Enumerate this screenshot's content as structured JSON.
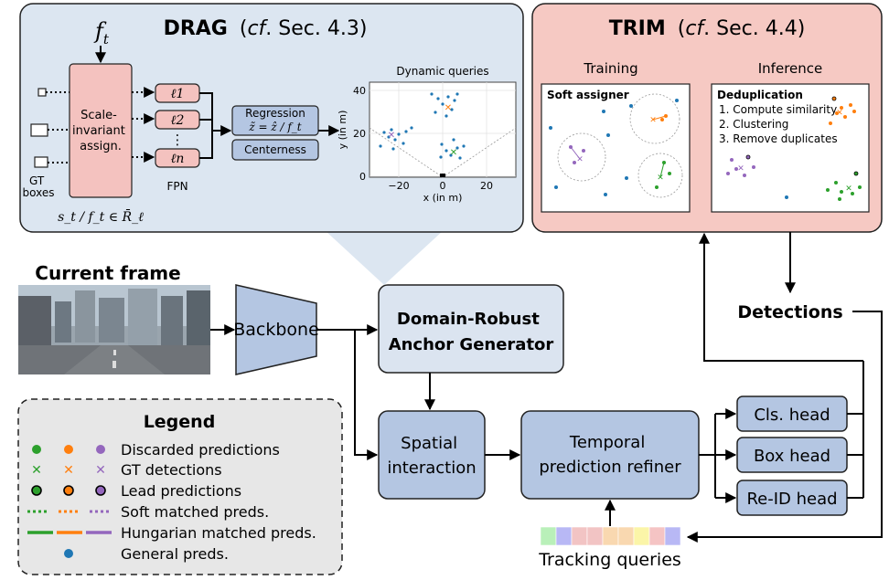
{
  "drag": {
    "title_bold": "DRAG",
    "title_ref_pre": "(",
    "title_ref_cf": "cf",
    "title_ref_post": ". Sec. 4.3)",
    "ft_label": "f",
    "ft_sub": "t",
    "assign_label": [
      "Scale-",
      "invariant",
      "assign."
    ],
    "fpn_levels": [
      "ℓ1",
      "ℓ2",
      "⋮",
      "ℓn"
    ],
    "fpn_label": "FPN",
    "gt_boxes_label": [
      "GT",
      "boxes"
    ],
    "range_formula": "s_t / f_t ∈ R̄_ℓ",
    "regression_title": "Regression",
    "regression_formula": "z̃ = ẑ / f_t",
    "centerness_label": "Centerness",
    "plot": {
      "title": "Dynamic queries",
      "xlabel": "x (in m)",
      "ylabel": "y (in m)",
      "xticks": [
        "−20",
        "0",
        "20"
      ],
      "yticks": [
        "0",
        "20",
        "40"
      ]
    }
  },
  "trim": {
    "title_bold": "TRIM",
    "title_ref_pre": "(",
    "title_ref_cf": "cf",
    "title_ref_post": ". Sec. 4.4)",
    "training_label": "Training",
    "inference_label": "Inference",
    "soft_assigner_label": "Soft assigner",
    "dedup_title": "Deduplication",
    "dedup_steps": [
      "1. Compute similarity",
      "2. Clustering",
      "3. Remove duplicates"
    ]
  },
  "pipeline": {
    "current_frame_label": "Current frame",
    "backbone_label": "Backbone",
    "drag_box_label": [
      "Domain-Robust",
      "Anchor Generator"
    ],
    "spatial_label": [
      "Spatial",
      "interaction"
    ],
    "temporal_label": [
      "Temporal",
      "prediction refiner"
    ],
    "heads": [
      "Cls. head",
      "Box head",
      "Re-ID head"
    ],
    "detections_label": "Detections",
    "tracking_queries_label": "Tracking queries",
    "tracking_query_colors": [
      "#b9f0b9",
      "#b8b8f5",
      "#f2c4c4",
      "#f2c4c4",
      "#f9d8b0",
      "#f9d8b0",
      "#fbf5a8",
      "#f5c4c4",
      "#b8b8f5"
    ]
  },
  "legend": {
    "title": "Legend",
    "items": [
      "Discarded predictions",
      "GT detections",
      "Lead predictions",
      "Soft matched preds.",
      "Hungarian matched preds.",
      "General preds."
    ]
  },
  "colors": {
    "green": "#2ca02c",
    "orange": "#ff7f0e",
    "purple": "#9467bd",
    "blue": "#1f77b4",
    "drag_panel": "#dce6f1",
    "trim_panel": "#f6c9c3",
    "module_fill": "#b4c6e2",
    "module_light": "#dbe4f0",
    "fpn_fill": "#f4c2bf"
  }
}
